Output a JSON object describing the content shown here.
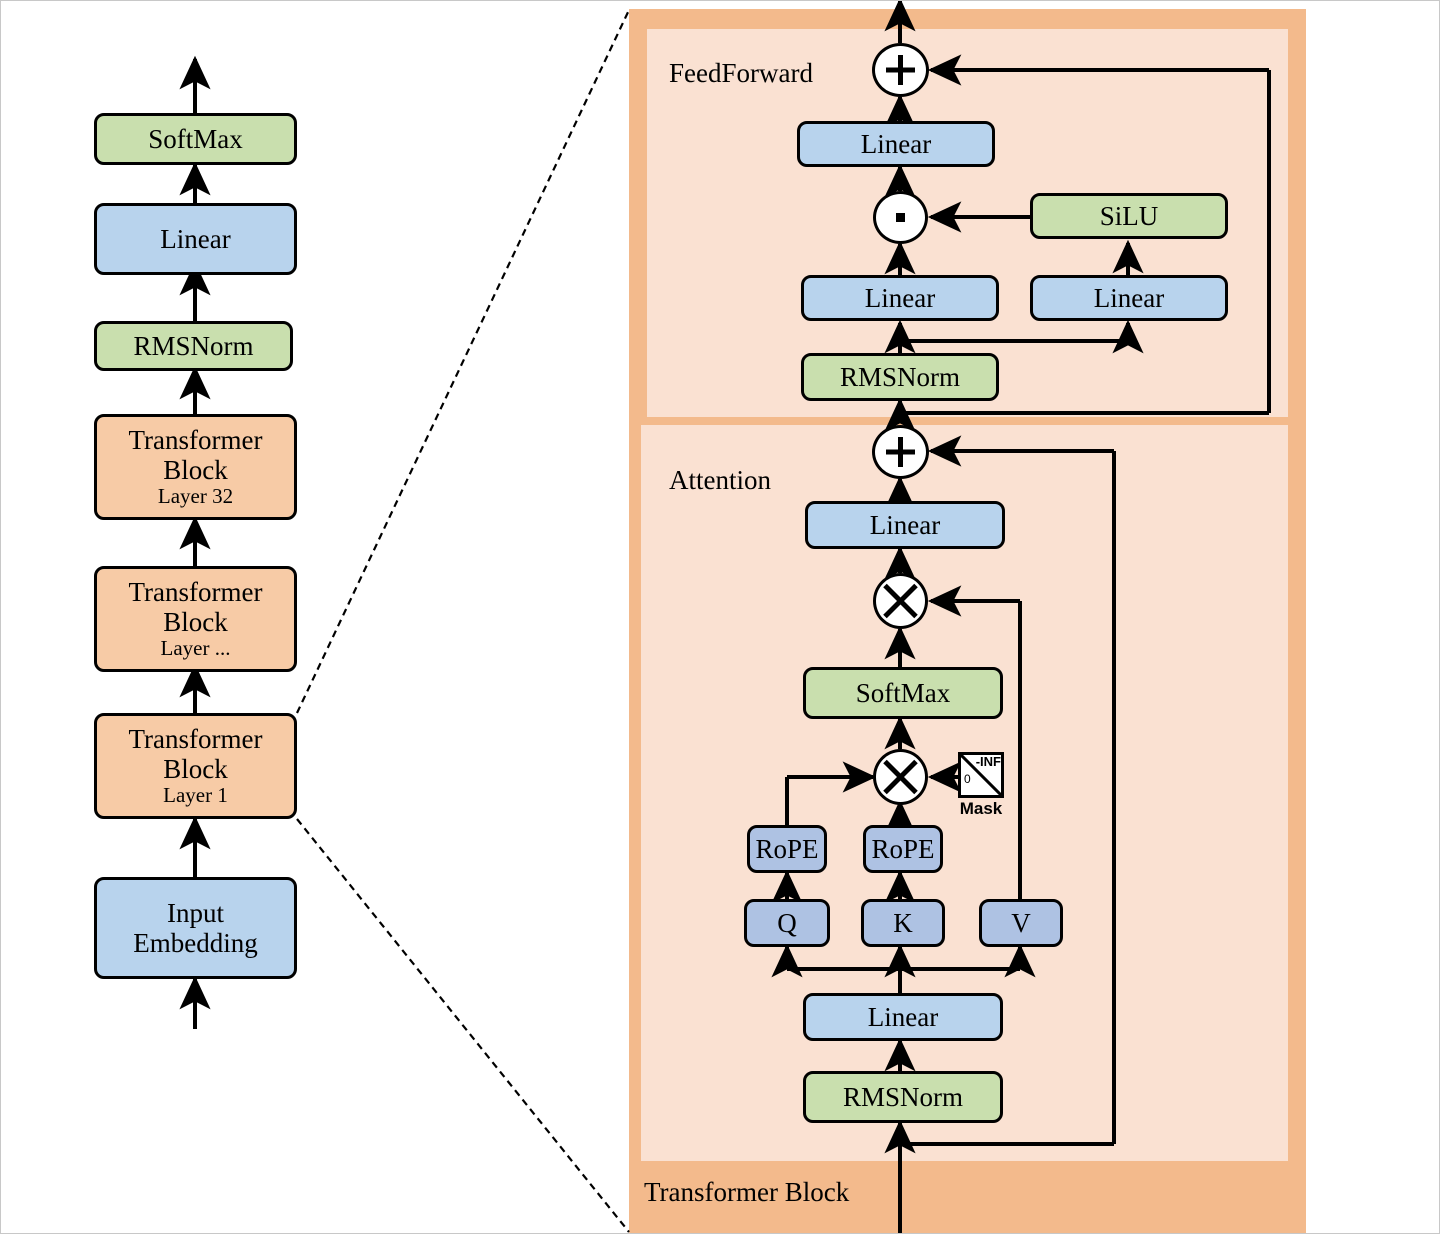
{
  "figure": {
    "title": "LLaMA-style Transformer architecture diagram",
    "colors": {
      "green": "#c9dfae",
      "blue": "#b8d3ed",
      "blue_dark": "#aec2e3",
      "orange_box": "#f7cba6",
      "outer_panel": "#f3ba8c",
      "inner_panel": "#fae1d2",
      "stroke": "#000000",
      "background": "#ffffff"
    }
  },
  "stack": {
    "softmax": {
      "label": "SoftMax"
    },
    "linear": {
      "label": "Linear"
    },
    "rmsnorm": {
      "label": "RMSNorm"
    },
    "block_top": {
      "label": "Transformer\nBlock",
      "title": "Transformer",
      "title2": "Block",
      "sub": "Layer 32"
    },
    "block_mid": {
      "title": "Transformer",
      "title2": "Block",
      "sub": "Layer ..."
    },
    "block_bottom": {
      "title": "Transformer",
      "title2": "Block",
      "sub": "Layer 1"
    },
    "input_embedding": {
      "title": "Input",
      "title2": "Embedding"
    }
  },
  "detail": {
    "outer_label": "Transformer Block",
    "feedforward": {
      "label": "FeedForward",
      "add_symbol": "+",
      "mul_symbol": "·",
      "out_linear": "Linear",
      "silu": "SiLU",
      "gate_linear": "Linear",
      "up_linear": "Linear",
      "rmsnorm": "RMSNorm"
    },
    "attention": {
      "label": "Attention",
      "add_symbol": "+",
      "matmul_symbol": "×",
      "out_linear": "Linear",
      "softmax": "SoftMax",
      "rope_q": "RoPE",
      "rope_k": "RoPE",
      "q": "Q",
      "k": "K",
      "v": "V",
      "qkv_linear": "Linear",
      "rmsnorm": "RMSNorm",
      "mask": {
        "label": "Mask",
        "upper": "-INF",
        "lower": "0"
      }
    }
  }
}
